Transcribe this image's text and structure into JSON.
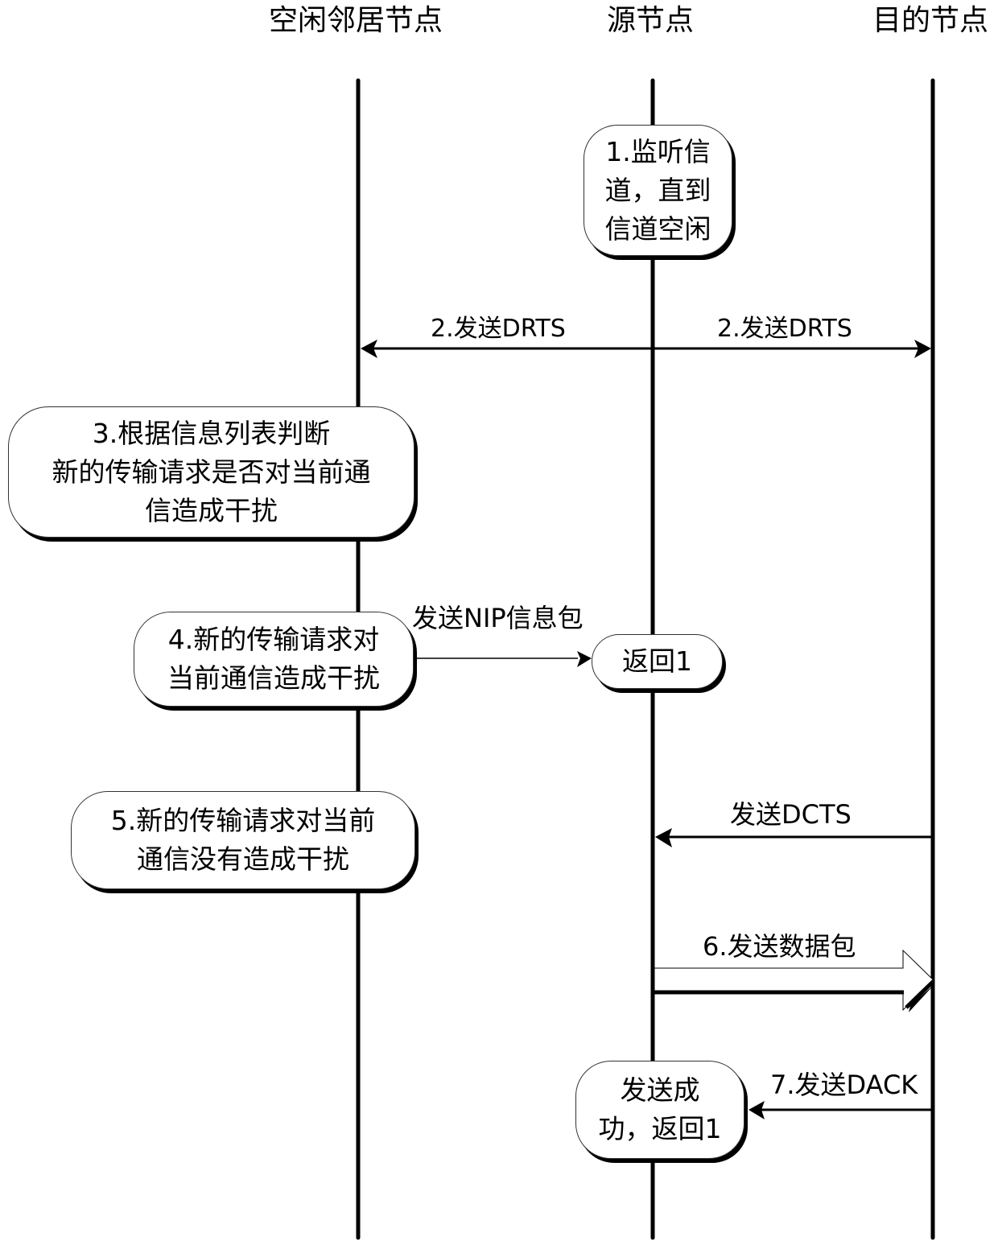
{
  "lifelines": [
    {
      "id": "idle-neighbor",
      "label": "空闲邻居节点"
    },
    {
      "id": "source",
      "label": "源节点"
    },
    {
      "id": "destination",
      "label": "目的节点"
    }
  ],
  "steps": {
    "step1": {
      "lines": [
        "1.监听信",
        "道，直到",
        "信道空闲"
      ]
    },
    "step2_left": "2.发送DRTS",
    "step2_right": "2.发送DRTS",
    "step3": {
      "lines": [
        "3.根据信息列表判断",
        "新的传输请求是否对当前通",
        "信造成干扰"
      ]
    },
    "step4": {
      "lines": [
        "4.新的传输请求对",
        "当前通信造成干扰"
      ]
    },
    "nip_label": "发送NIP信息包",
    "return1": "返回1",
    "step5": {
      "lines": [
        "5.新的传输请求对当前",
        "通信没有造成干扰"
      ]
    },
    "dcts_label": "发送DCTS",
    "step6_label": "6.发送数据包",
    "step7_label": "7.发送DACK",
    "success": {
      "lines": [
        "发送成",
        "功，返回1"
      ]
    }
  },
  "messages": [
    {
      "from": "source",
      "to": "idle-neighbor",
      "label": "2.发送DRTS",
      "style": "solid"
    },
    {
      "from": "source",
      "to": "destination",
      "label": "2.发送DRTS",
      "style": "solid"
    },
    {
      "from": "idle-neighbor",
      "to": "source",
      "label": "发送NIP信息包",
      "style": "thin"
    },
    {
      "from": "destination",
      "to": "source",
      "label": "发送DCTS",
      "style": "solid"
    },
    {
      "from": "source",
      "to": "destination",
      "label": "6.发送数据包",
      "style": "block-arrow"
    },
    {
      "from": "destination",
      "to": "source",
      "label": "7.发送DACK",
      "style": "solid"
    }
  ]
}
